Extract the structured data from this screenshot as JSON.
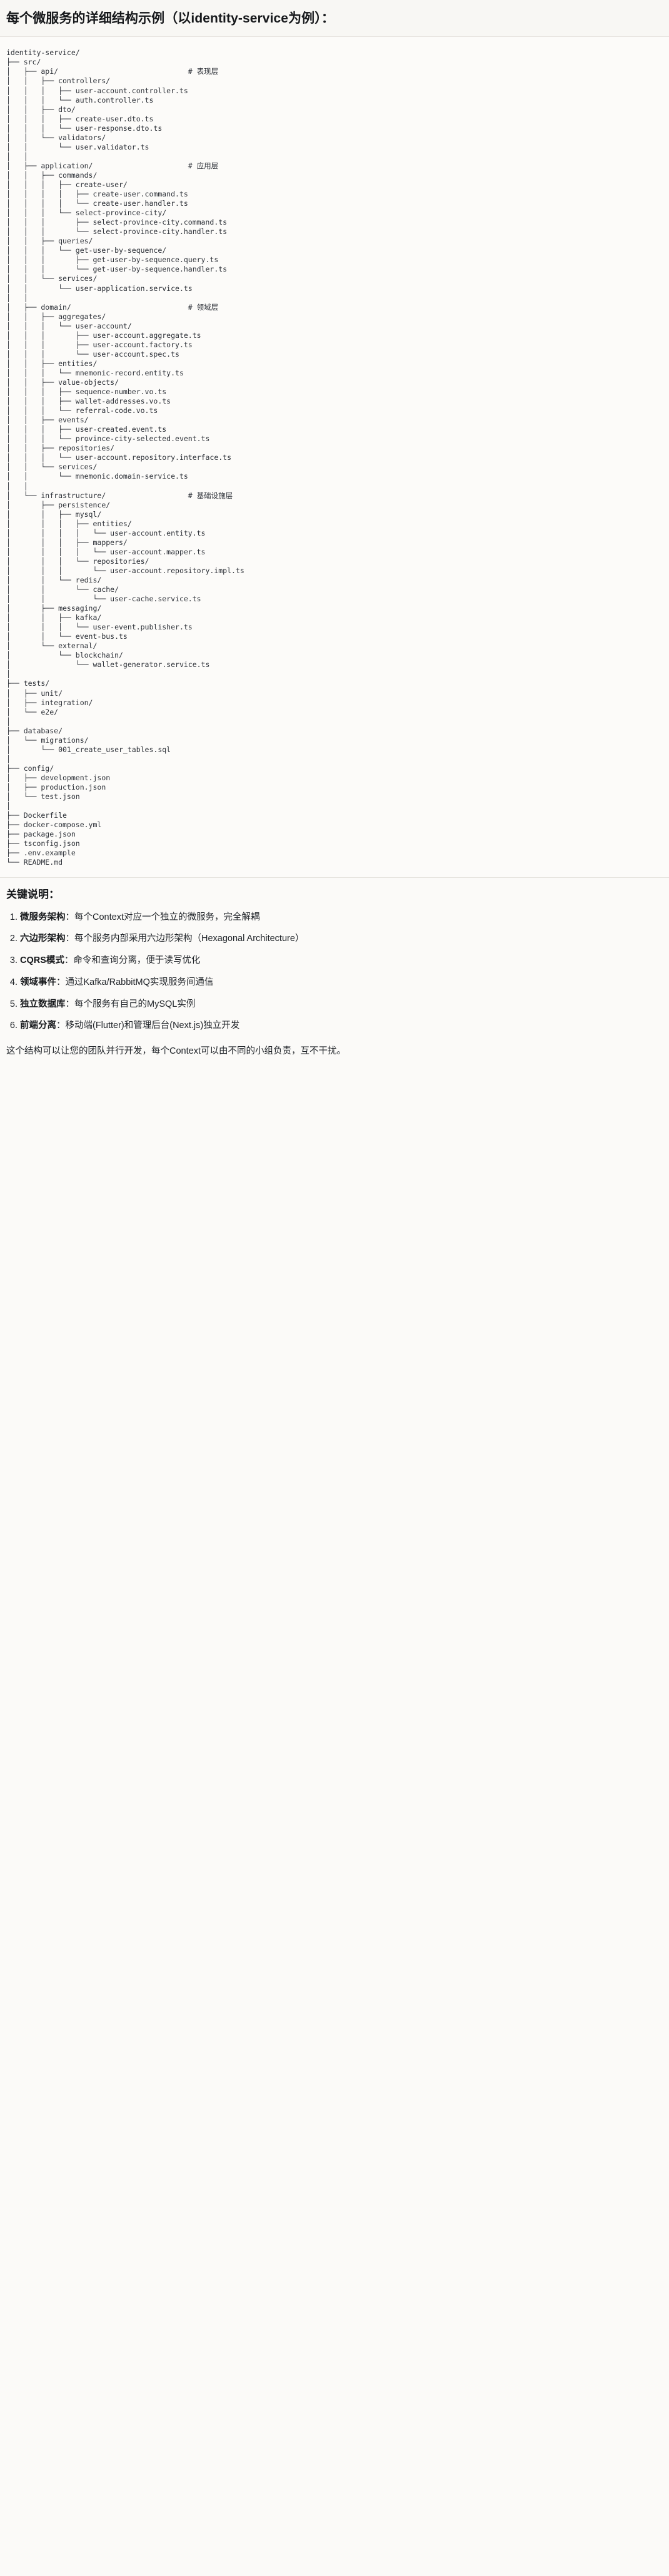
{
  "header": {
    "title": "每个微服务的详细结构示例（以identity-service为例）："
  },
  "tree": {
    "root_label": "identity-service/",
    "comments": [
      "# 表现层",
      "# 应用层",
      "# 领域层",
      "# 基础设施层"
    ],
    "text": "identity-service/\n├── src/\n│   ├── api/                              # 表现层\n│   │   ├── controllers/\n│   │   │   ├── user-account.controller.ts\n│   │   │   └── auth.controller.ts\n│   │   ├── dto/\n│   │   │   ├── create-user.dto.ts\n│   │   │   └── user-response.dto.ts\n│   │   └── validators/\n│   │       └── user.validator.ts\n│   │\n│   ├── application/                      # 应用层\n│   │   ├── commands/\n│   │   │   ├── create-user/\n│   │   │   │   ├── create-user.command.ts\n│   │   │   │   └── create-user.handler.ts\n│   │   │   └── select-province-city/\n│   │   │       ├── select-province-city.command.ts\n│   │   │       └── select-province-city.handler.ts\n│   │   ├── queries/\n│   │   │   └── get-user-by-sequence/\n│   │   │       ├── get-user-by-sequence.query.ts\n│   │   │       └── get-user-by-sequence.handler.ts\n│   │   └── services/\n│   │       └── user-application.service.ts\n│   │\n│   ├── domain/                           # 领域层\n│   │   ├── aggregates/\n│   │   │   └── user-account/\n│   │   │       ├── user-account.aggregate.ts\n│   │   │       ├── user-account.factory.ts\n│   │   │       └── user-account.spec.ts\n│   │   ├── entities/\n│   │   │   └── mnemonic-record.entity.ts\n│   │   ├── value-objects/\n│   │   │   ├── sequence-number.vo.ts\n│   │   │   ├── wallet-addresses.vo.ts\n│   │   │   └── referral-code.vo.ts\n│   │   ├── events/\n│   │   │   ├── user-created.event.ts\n│   │   │   └── province-city-selected.event.ts\n│   │   ├── repositories/\n│   │   │   └── user-account.repository.interface.ts\n│   │   └── services/\n│   │       └── mnemonic.domain-service.ts\n│   │\n│   └── infrastructure/                   # 基础设施层\n│       ├── persistence/\n│       │   ├── mysql/\n│       │   │   ├── entities/\n│       │   │   │   └── user-account.entity.ts\n│       │   │   ├── mappers/\n│       │   │   │   └── user-account.mapper.ts\n│       │   │   └── repositories/\n│       │   │       └── user-account.repository.impl.ts\n│       │   └── redis/\n│       │       └── cache/\n│       │           └── user-cache.service.ts\n│       ├── messaging/\n│       │   ├── kafka/\n│       │   │   └── user-event.publisher.ts\n│       │   └── event-bus.ts\n│       └── external/\n│           └── blockchain/\n│               └── wallet-generator.service.ts\n│\n├── tests/\n│   ├── unit/\n│   ├── integration/\n│   └── e2e/\n│\n├── database/\n│   └── migrations/\n│       └── 001_create_user_tables.sql\n│\n├── config/\n│   ├── development.json\n│   ├── production.json\n│   └── test.json\n│\n├── Dockerfile\n├── docker-compose.yml\n├── package.json\n├── tsconfig.json\n├── .env.example\n└── README.md"
  },
  "keys": {
    "heading": "关键说明：",
    "items": [
      {
        "term": "微服务架构",
        "sep": "：",
        "desc": "每个Context对应一个独立的微服务，完全解耦"
      },
      {
        "term": "六边形架构",
        "sep": "：",
        "desc": "每个服务内部采用六边形架构（Hexagonal Architecture）"
      },
      {
        "term": "CQRS模式",
        "sep": "：",
        "desc": "命令和查询分离，便于读写优化"
      },
      {
        "term": "领域事件",
        "sep": "：",
        "desc": "通过Kafka/RabbitMQ实现服务间通信"
      },
      {
        "term": "独立数据库",
        "sep": "：",
        "desc": "每个服务有自己的MySQL实例"
      },
      {
        "term": "前端分离",
        "sep": "：",
        "desc": "移动端(Flutter)和管理后台(Next.js)独立开发"
      }
    ],
    "footer": "这个结构可以让您的团队并行开发，每个Context可以由不同的小组负责，互不干扰。"
  }
}
